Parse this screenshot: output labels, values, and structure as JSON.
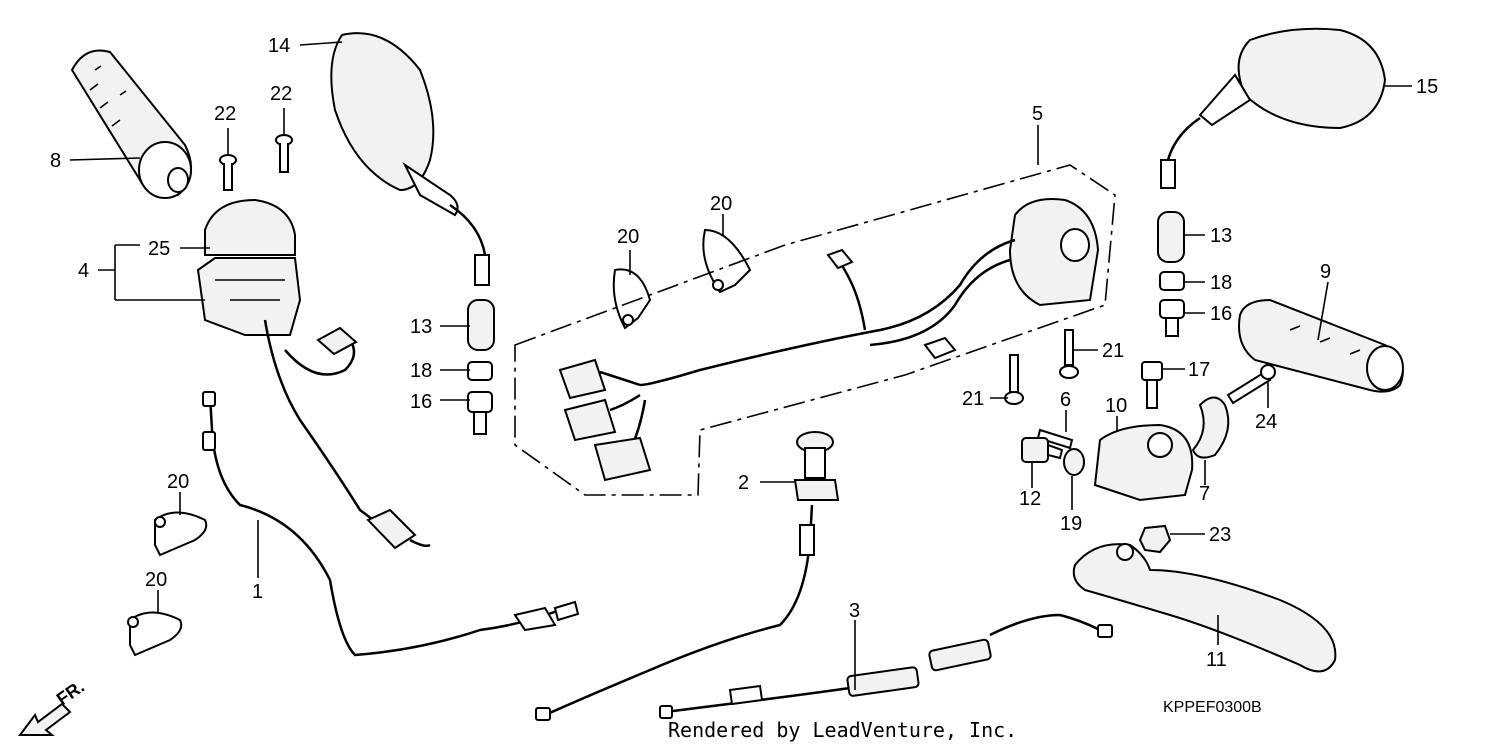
{
  "callouts": [
    {
      "id": "c14",
      "label": "14"
    },
    {
      "id": "c22a",
      "label": "22"
    },
    {
      "id": "c22b",
      "label": "22"
    },
    {
      "id": "c8",
      "label": "8"
    },
    {
      "id": "c25",
      "label": "25"
    },
    {
      "id": "c4",
      "label": "4"
    },
    {
      "id": "c13a",
      "label": "13"
    },
    {
      "id": "c18a",
      "label": "18"
    },
    {
      "id": "c16a",
      "label": "16"
    },
    {
      "id": "c20a",
      "label": "20"
    },
    {
      "id": "c20b",
      "label": "20"
    },
    {
      "id": "c1",
      "label": "1"
    },
    {
      "id": "c20c",
      "label": "20"
    },
    {
      "id": "c20d",
      "label": "20"
    },
    {
      "id": "c5",
      "label": "5"
    },
    {
      "id": "c2",
      "label": "2"
    },
    {
      "id": "c3",
      "label": "3"
    },
    {
      "id": "c15",
      "label": "15"
    },
    {
      "id": "c13b",
      "label": "13"
    },
    {
      "id": "c18b",
      "label": "18"
    },
    {
      "id": "c16b",
      "label": "16"
    },
    {
      "id": "c9",
      "label": "9"
    },
    {
      "id": "c21a",
      "label": "21"
    },
    {
      "id": "c21b",
      "label": "21"
    },
    {
      "id": "c17",
      "label": "17"
    },
    {
      "id": "c6",
      "label": "6"
    },
    {
      "id": "c10",
      "label": "10"
    },
    {
      "id": "c24",
      "label": "24"
    },
    {
      "id": "c12",
      "label": "12"
    },
    {
      "id": "c19",
      "label": "19"
    },
    {
      "id": "c7",
      "label": "7"
    },
    {
      "id": "c23",
      "label": "23"
    },
    {
      "id": "c11",
      "label": "11"
    }
  ],
  "diagram_code": "KPPEF0300B",
  "credit": "Rendered by LeadVenture, Inc.",
  "front_indicator": "FR."
}
